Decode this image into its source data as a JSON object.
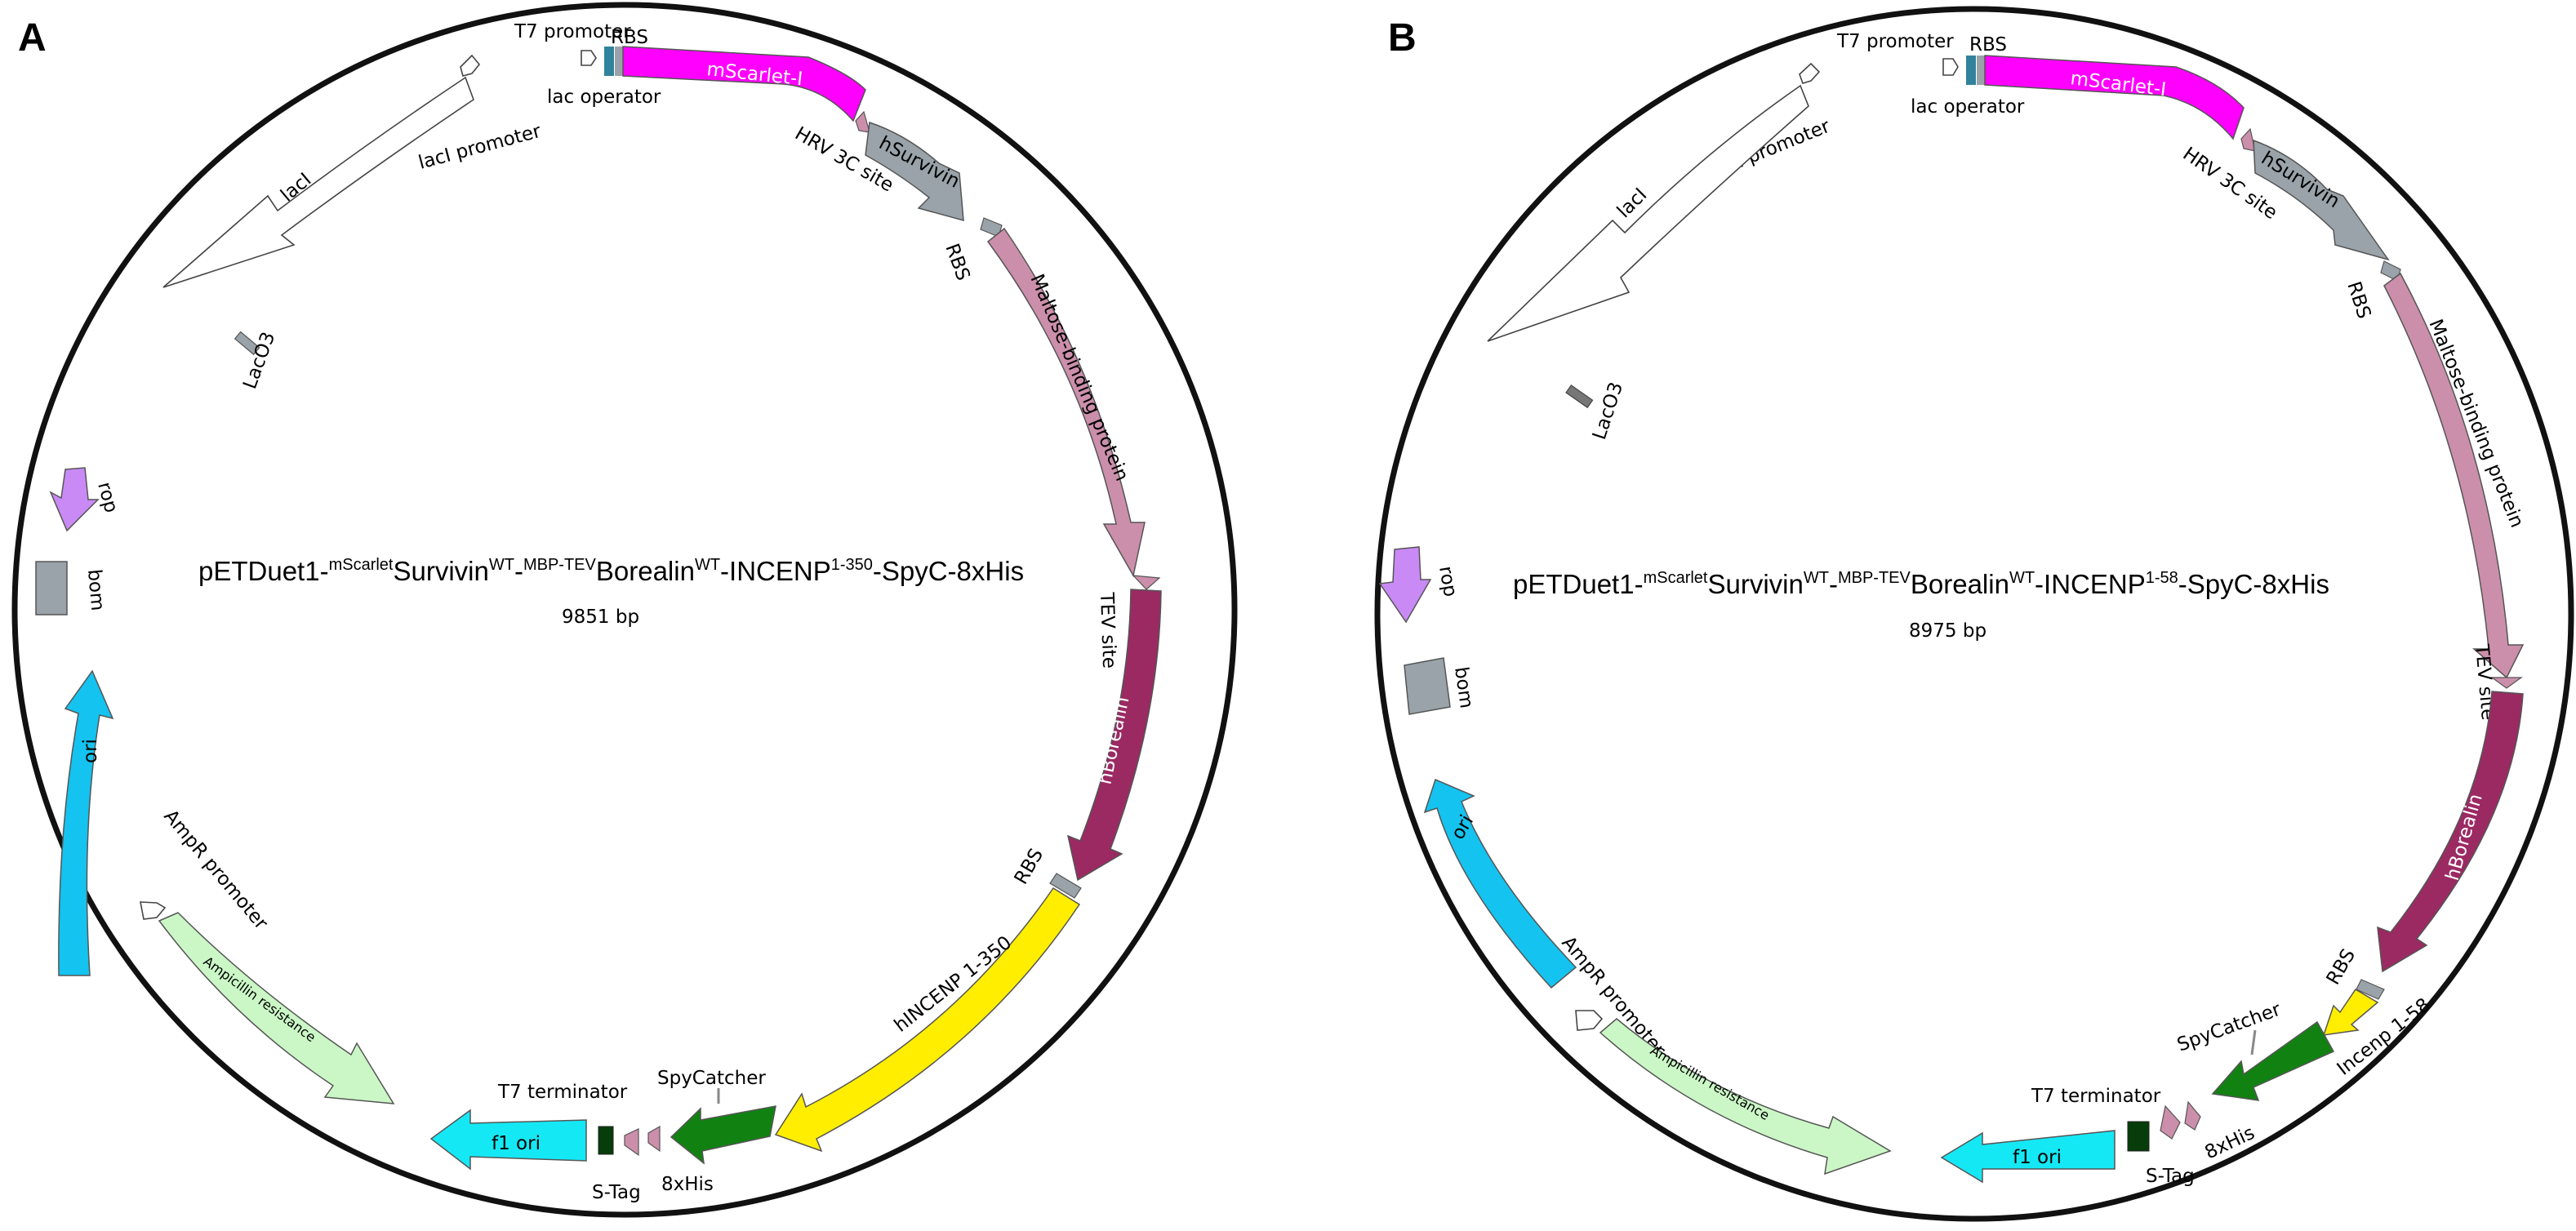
{
  "panels": [
    {
      "label": "A",
      "title": {
        "prefix": "pETDuet1-",
        "sup1": "mScarlet",
        "part2": "Survivin",
        "sup2": "WT",
        "part3": "-",
        "sup3": "MBP-TEV",
        "part4": "Borealin",
        "sup4": "WT",
        "part5": "-INCENP",
        "sup5": "1-350",
        "part6": "-SpyC-8xHis"
      },
      "bp": "9851 bp",
      "features": {
        "t7_promoter": "T7 promoter",
        "rbs_top": "RBS",
        "mscarlet": "mScarlet-I",
        "lac_operator": "lac operator",
        "laci_promoter": "lacI promoter",
        "laci": "lacI",
        "hrv": "HRV 3C site",
        "hsurvivin": "hSurvivin",
        "rbs2": "RBS",
        "mbp": "Maltose-binding protein",
        "laco3": "LacO3",
        "rop": "rop",
        "bom": "bom",
        "tev": "TEV site",
        "hborealin": "hBorealin",
        "ori": "ori",
        "ampr_promoter": "AmpR promoter",
        "ampicillin": "Ampicillin resistance",
        "rbs3": "RBS",
        "hincenp": "hINCENP 1-350",
        "spycatcher": "SpyCatcher",
        "t7_terminator": "T7 terminator",
        "f1_ori": "f1 ori",
        "stag": "S-Tag",
        "his": "8xHis"
      }
    },
    {
      "label": "B",
      "title": {
        "prefix": "pETDuet1-",
        "sup1": "mScarlet",
        "part2": "Survivin",
        "sup2": "WT",
        "part3": "-",
        "sup3": "MBP-TEV",
        "part4": "Borealin",
        "sup4": "WT",
        "part5": "-INCENP",
        "sup5": "1-58",
        "part6": "-SpyC-8xHis"
      },
      "bp": "8975 bp",
      "features": {
        "t7_promoter": "T7 promoter",
        "rbs_top": "RBS",
        "mscarlet": "mScarlet-I",
        "lac_operator": "lac operator",
        "laci_promoter": "lacI promoter",
        "laci": "lacI",
        "hrv": "HRV 3C site",
        "hsurvivin": "hSurvivin",
        "rbs2": "RBS",
        "mbp": "Maltose-binding protein",
        "laco3": "LacO3",
        "rop": "rop",
        "bom": "bom",
        "tev": "TEV site",
        "hborealin": "hBorealin",
        "ori": "ori",
        "ampr_promoter": "AmpR promoter",
        "ampicillin": "Ampicillin resistance",
        "rbs3": "RBS",
        "hincenp": "Incenp 1-58",
        "spycatcher": "SpyCatcher",
        "t7_terminator": "T7 terminator",
        "f1_ori": "f1 ori",
        "stag": "S-Tag",
        "his": "8xHis"
      }
    }
  ],
  "colors": {
    "mscarlet": "#ff00ff",
    "mbp": "#cc8fab",
    "hborealin": "#9b2a63",
    "hsurvivin": "#9aa3a9",
    "hincenp": "#ffee00",
    "spycatcher": "#118211",
    "ori": "#14c3ef",
    "f1_ori": "#15e8f5",
    "ampicillin": "#cbf7c6",
    "rop": "#c98af5",
    "bom": "#9aa3a9",
    "t7_terminator": "#063d0b",
    "tag": "#cc8fab",
    "rbs": "#31829b"
  }
}
